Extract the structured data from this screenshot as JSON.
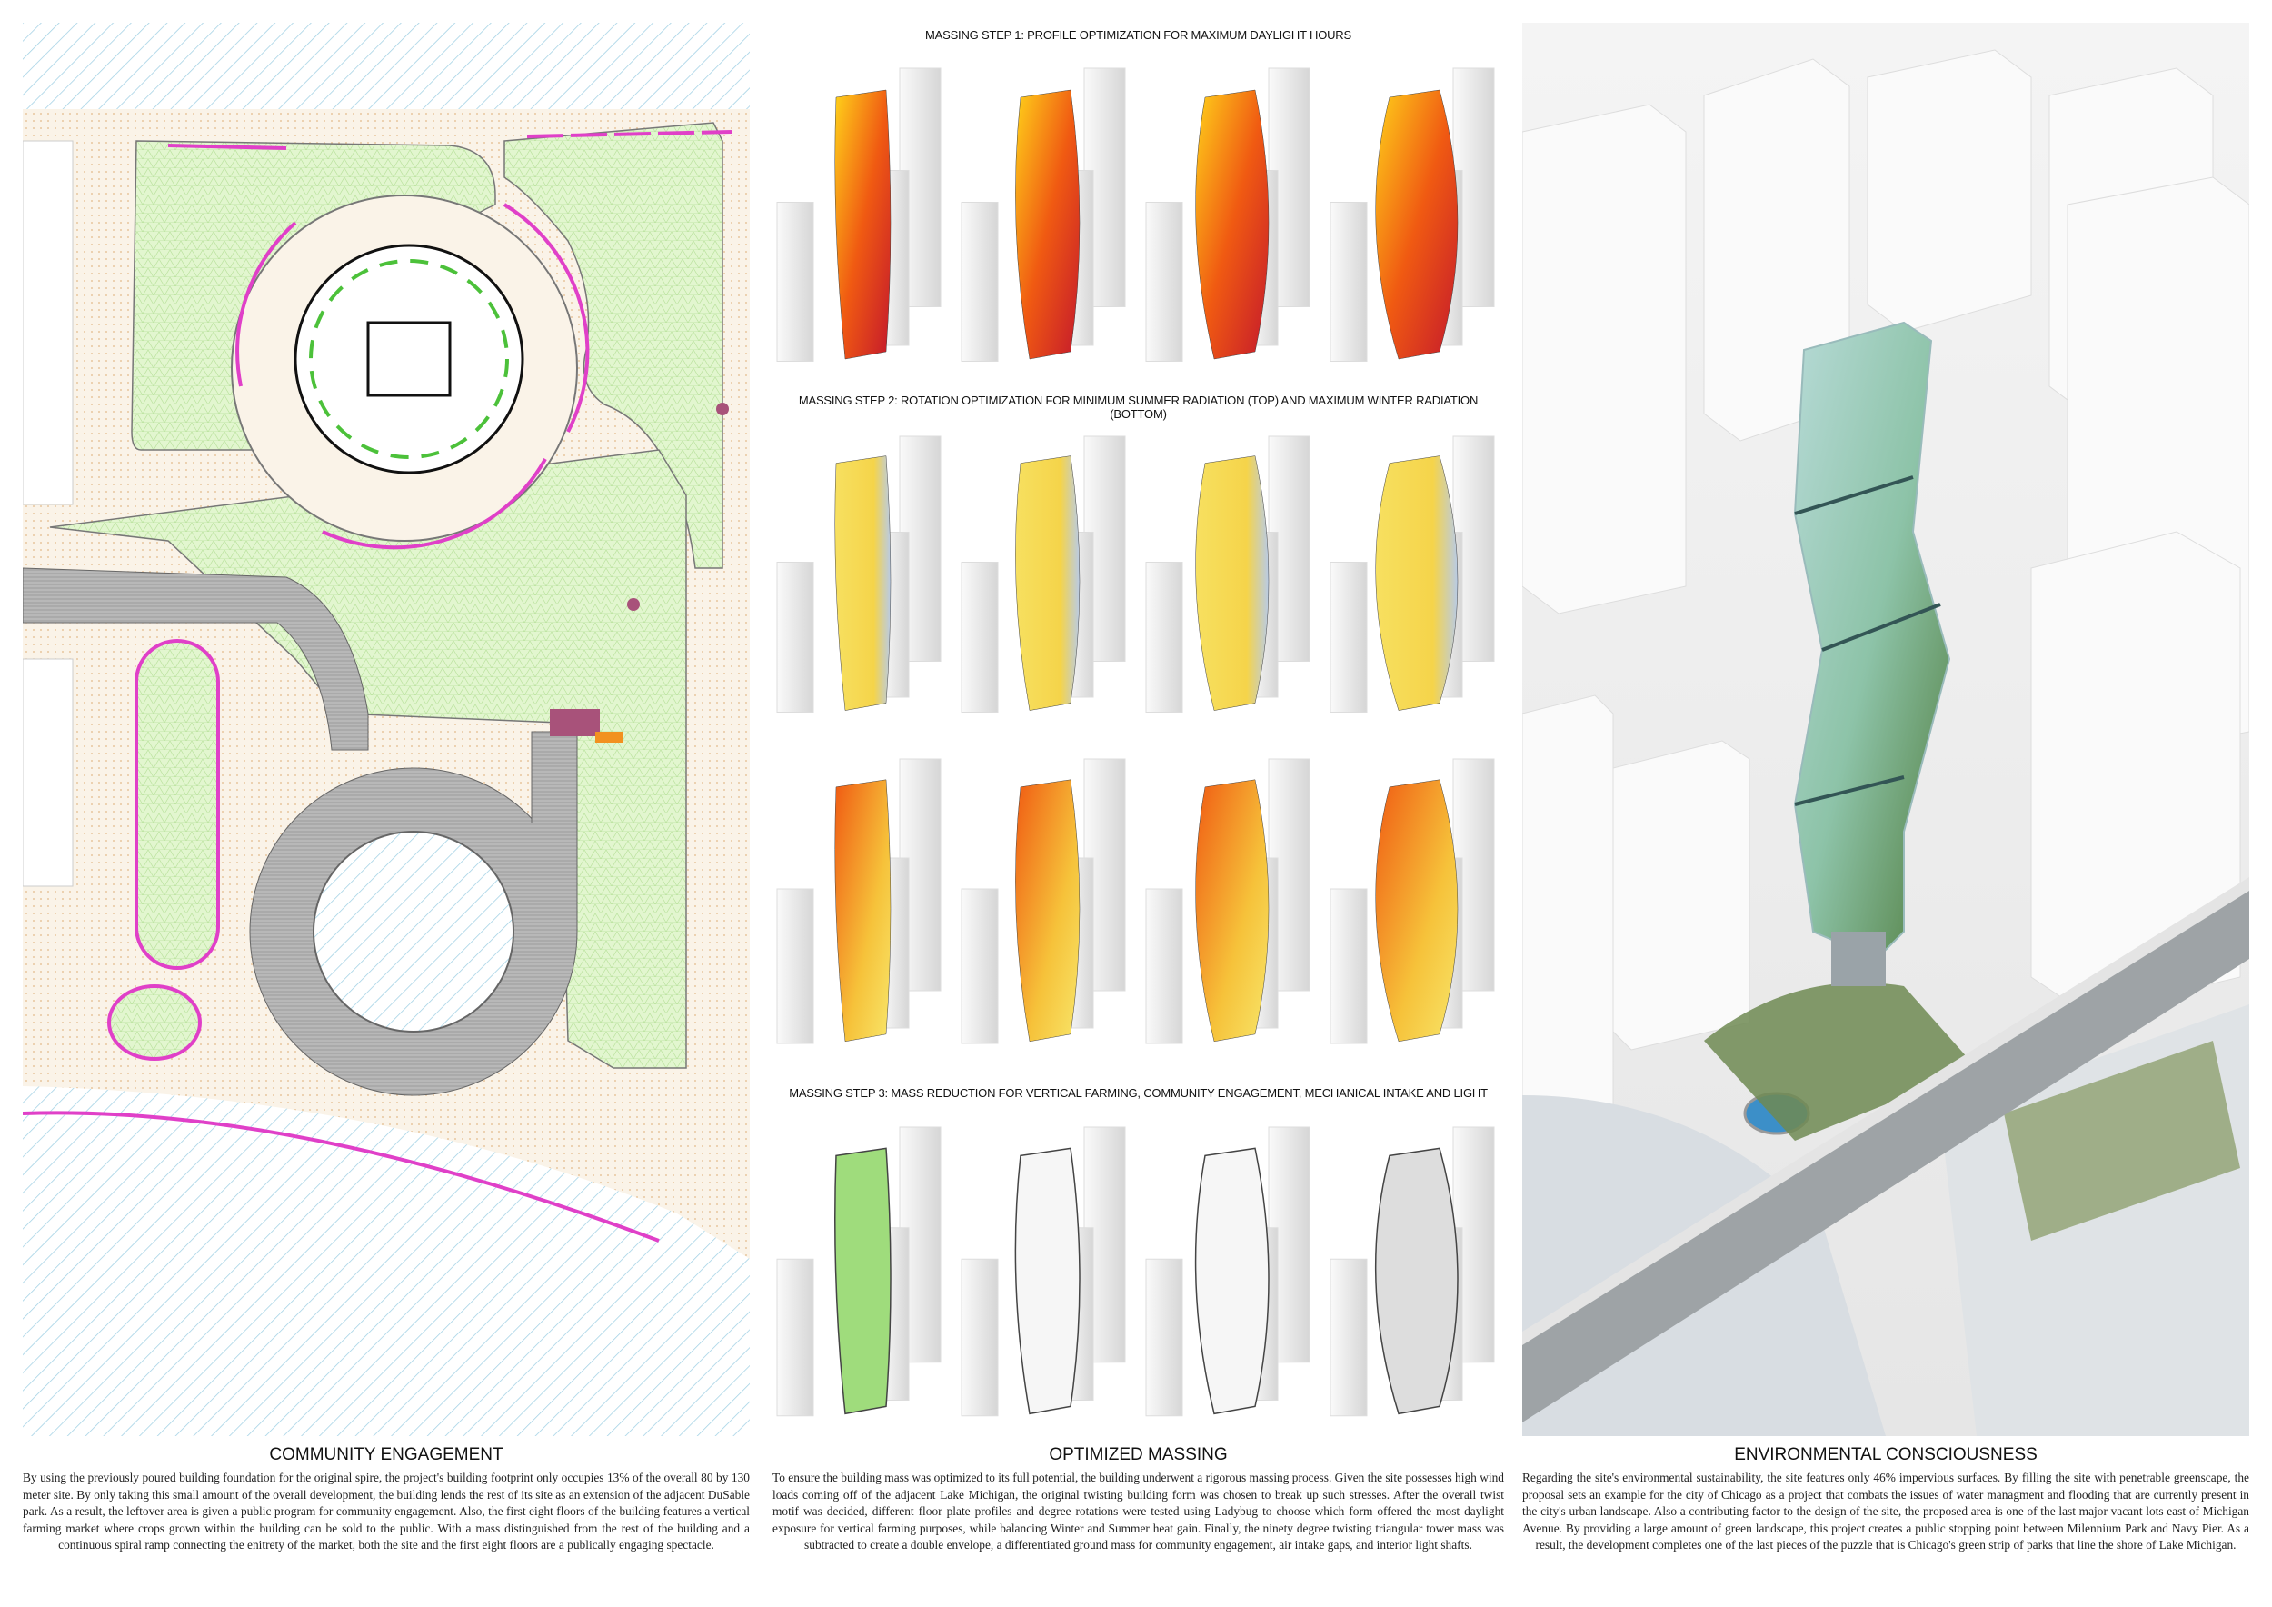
{
  "massing": {
    "step1_title": "MASSING STEP 1: PROFILE OPTIMIZATION FOR MAXIMUM DAYLIGHT HOURS",
    "step2_title": "MASSING STEP 2: ROTATION OPTIMIZATION FOR MINIMUM SUMMER RADIATION (TOP) AND MAXIMUM WINTER RADIATION (BOTTOM)",
    "step3_title": "MASSING STEP 3: MASS REDUCTION FOR VERTICAL FARMING, COMMUNITY ENGAGEMENT, MECHANICAL INTAKE AND LIGHT"
  },
  "columns": [
    {
      "title": "COMMUNITY ENGAGEMENT",
      "body": "By using the previously poured building foundation for the original spire, the project's building footprint only occupies 13% of the overall 80 by 130 meter site. By only taking this small amount of the overall development, the building lends the rest of its site as an extension of the adjacent DuSable park. As a result, the leftover area is given a public program for community engagement. Also, the first eight floors of the building features a vertical farming market where crops grown within the building can be sold to the public. With a mass distinguished from the rest of the building and a continuous spiral ramp connecting the enitrety of the market, both the site and the first eight floors are a publically engaging spectacle."
    },
    {
      "title": "OPTIMIZED MASSING",
      "body": "To ensure the building mass was optimized to its full potential, the building underwent a rigorous massing process. Given the site possesses high wind loads coming off of the adjacent Lake Michigan, the original twisting building form was chosen to break up such stresses. After the overall twist motif was decided, different floor plate profiles and degree rotations were tested using Ladybug to choose which form offered the most daylight exposure for vertical farming purposes, while balancing Winter and Summer heat gain. Finally, the ninety degree twisting triangular tower mass was subtracted to create a double envelope, a differentiated ground mass for community engagement, air intake gaps, and interior light shafts."
    },
    {
      "title": "ENVIRONMENTAL CONSCIOUSNESS",
      "body": "Regarding the site's environmental sustainability, the site features only 46% impervious surfaces. By filling the site with penetrable greenscape, the proposal sets an example for the city of Chicago as a project that combats the issues of water managment and flooding that are currently present in the city's urban landscape. Also a contributing factor to the design of the site, the proposed area is one of the last major vacant lots east of Michigan Avenue. By providing a large amount of green landscape, this project creates a public stopping point between Milennium Park and Navy Pier. As a result, the development completes one of the last pieces of the puzzle that is Chicago's green strip of parks that line the shore of Lake Michigan."
    }
  ],
  "colors": {
    "park_green": "#d9f2c4",
    "path_magenta": "#e040c8",
    "water_hatch": "#8ec9e0",
    "ramp_grey": "#a8a8a8",
    "plaza_beige": "#f7efe2"
  }
}
